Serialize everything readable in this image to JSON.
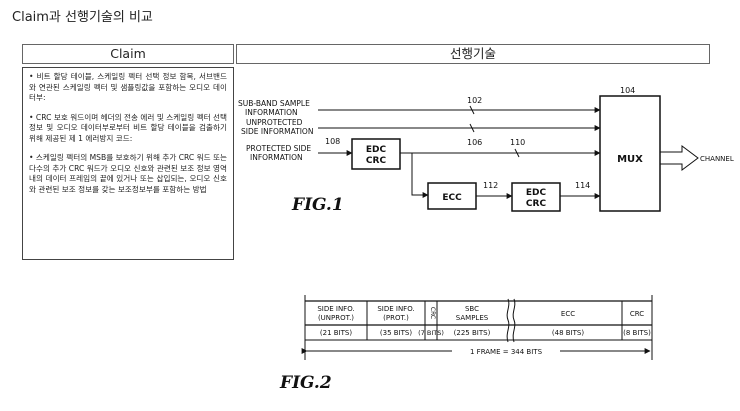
{
  "page_title": "Claim과 선행기술의 비교",
  "headers": {
    "left": "Claim",
    "right": "선행기술"
  },
  "claim_paragraphs": [
    "• 비트 할당 테이블, 스케일링 펙터 선택 정보 함목, 서브밴드와 연관된 스케일링 펙터 및 샘플링값을 포함하는 오디오 데이터부:",
    "• CRC 보호 워드이며 헤더의 전송 에러 및 스케일링 펙터 선택 정보 및 오디오 데이터부로부터 비트 할당 테이블을 검출하기 위해 제공된 제 1 에러방지 코드:",
    "• 스케일링 펙터의 MSB를 보호하기 위해 추가 CRC 워드 또는 다수의 추가 CRC 워드가 오디오 신호와 관련된 보조 정보 영역내의 데이터 프레임의 끝에 있거나 또는 삽입되는, 오디오 신호와 관련된 보조 정보를 갖는 보조정보부를 포함하는 방법"
  ],
  "fig1": {
    "label": "FIG.1",
    "inputs": {
      "subband": [
        "SUB-BAND SAMPLE",
        "INFORMATION"
      ],
      "unprot": [
        "UNPROTECTED",
        "SIDE INFORMATION"
      ],
      "prot": [
        "PROTECTED SIDE",
        "INFORMATION"
      ]
    },
    "blocks": {
      "edc_crc_1": [
        "EDC",
        "CRC"
      ],
      "ecc": "ECC",
      "edc_crc_2": [
        "EDC",
        "CRC"
      ],
      "mux": "MUX"
    },
    "refs": [
      "102",
      "104",
      "106",
      "108",
      "110",
      "112",
      "114"
    ],
    "output": "CHANNEL"
  },
  "fig2": {
    "label": "FIG.2",
    "fields": [
      {
        "name": [
          "SIDE INFO.",
          "(UNPROT.)"
        ],
        "bits": "(21 BITS)"
      },
      {
        "name": [
          "SIDE INFO.",
          "(PROT.)"
        ],
        "bits": "(35 BITS)"
      },
      {
        "name": [
          "CRC"
        ],
        "bits": "(7 BITS)"
      },
      {
        "name": [
          "SBC",
          "SAMPLES"
        ],
        "bits": "(225 BITS)"
      },
      {
        "name": [
          "ECC"
        ],
        "bits": "(48 BITS)"
      },
      {
        "name": [
          "CRC"
        ],
        "bits": "(8 BITS)"
      }
    ],
    "frame": "1 FRAME = 344 BITS"
  }
}
